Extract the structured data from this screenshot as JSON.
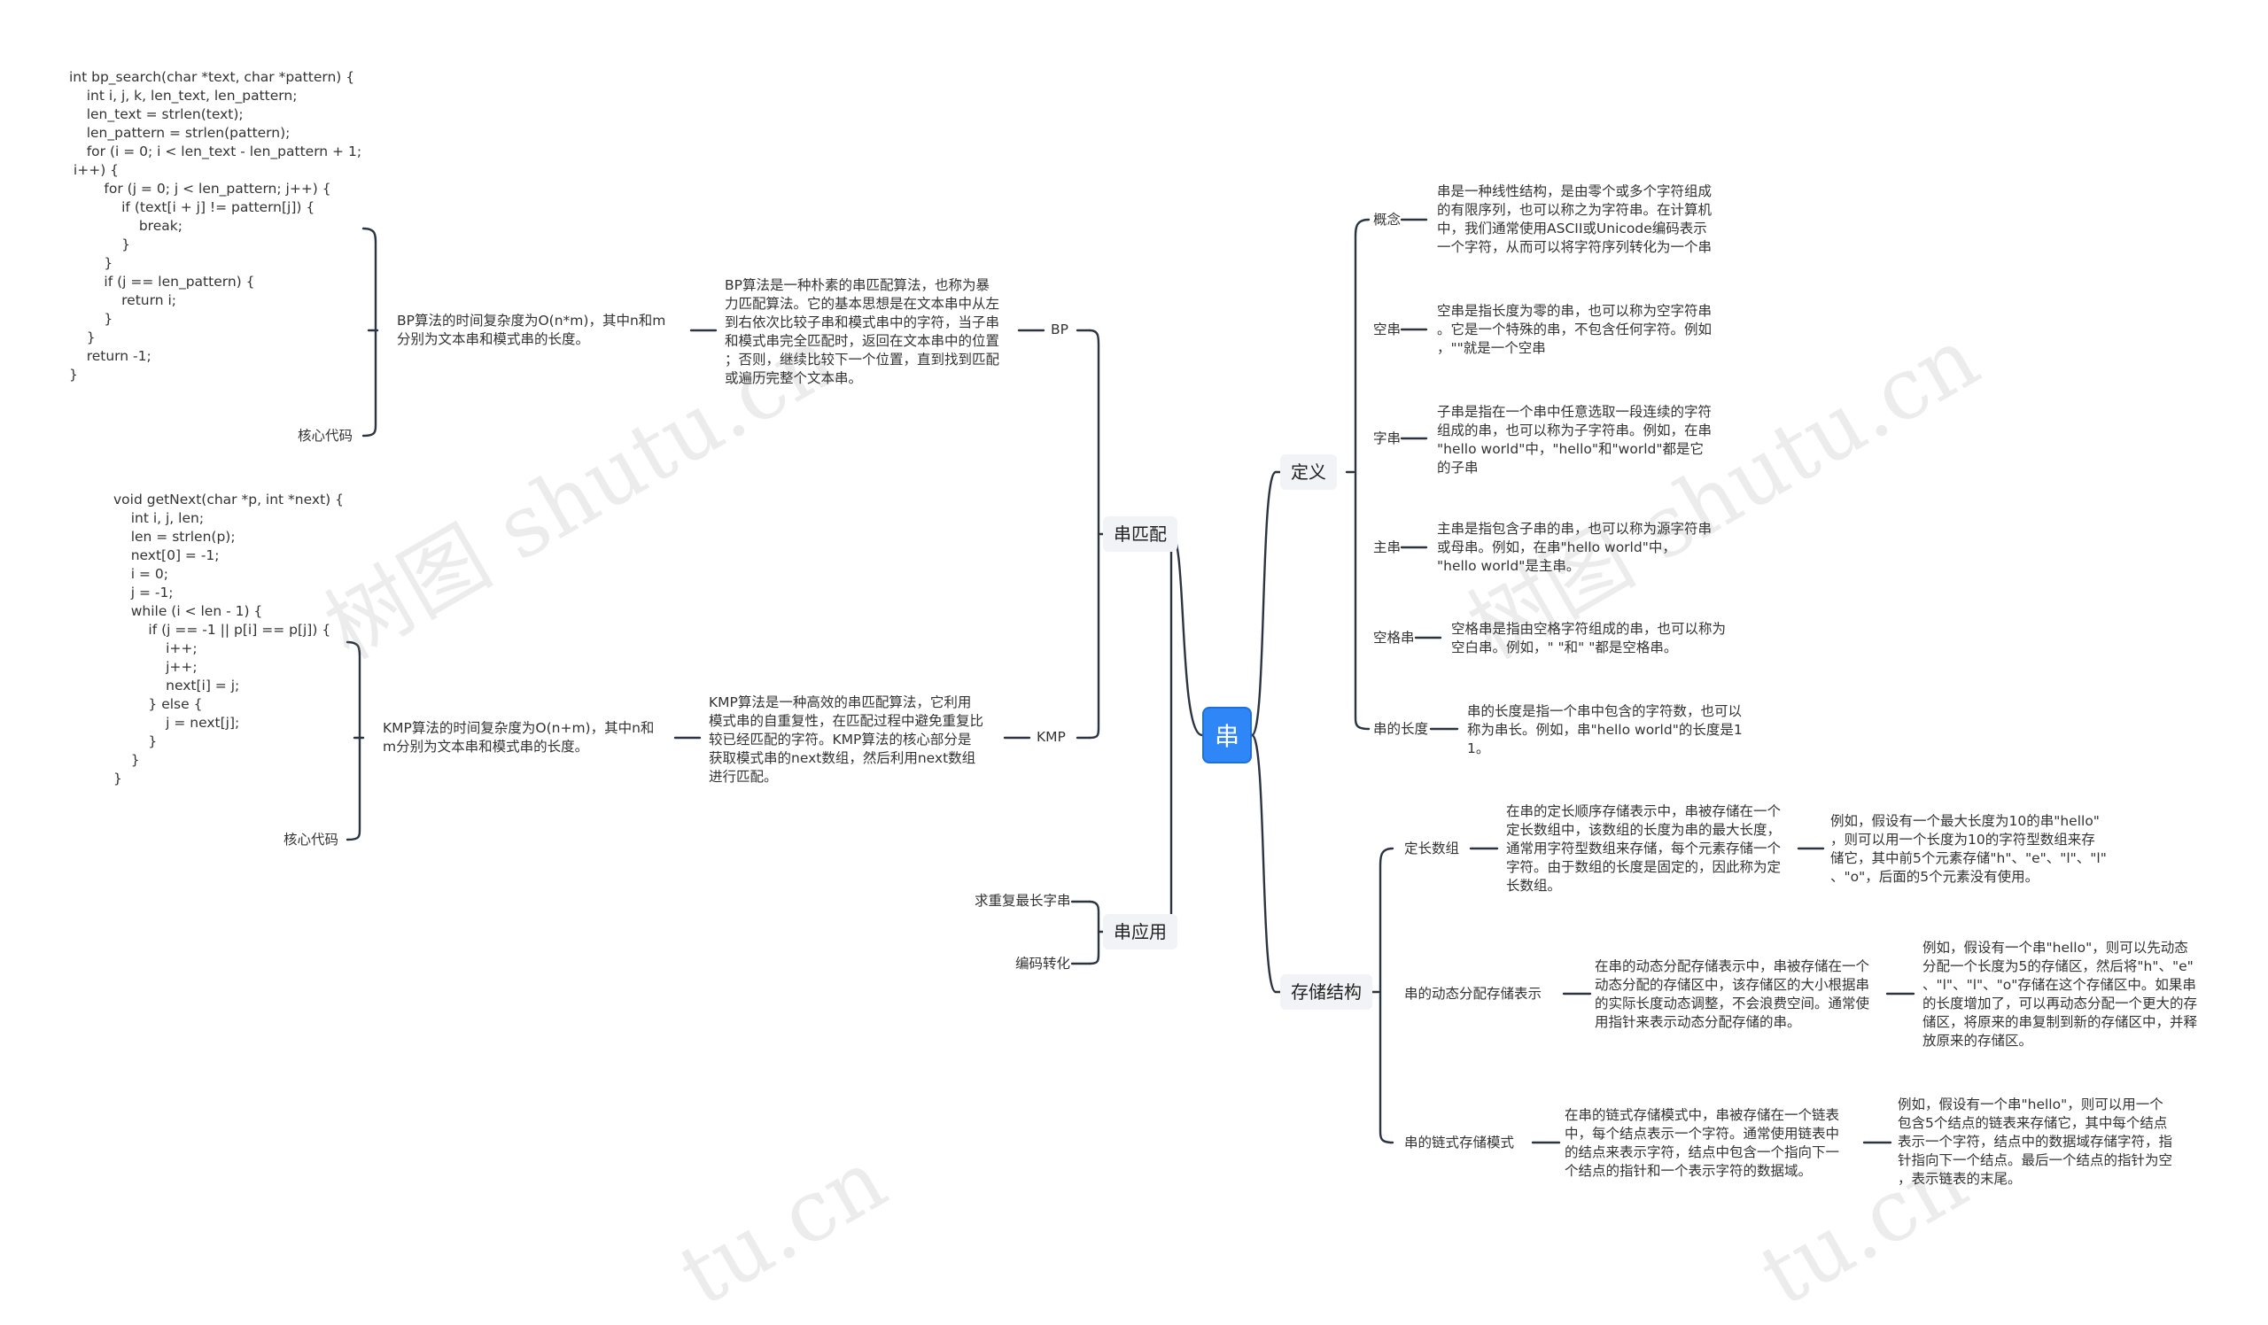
{
  "root": "串",
  "watermark": "树图 shutu.cn",
  "watermark_partial": "tu.cn",
  "matching": {
    "title": "串匹配",
    "bp": {
      "label": "BP",
      "desc": "BP算法是一种朴素的串匹配算法，也称为暴\n力匹配算法。它的基本思想是在文本串中从左\n到右依次比较子串和模式串中的字符，当子串\n和模式串完全匹配时，返回在文本串中的位置\n；否则，继续比较下一个位置，直到找到匹配\n或遍历完整个文本串。",
      "complexity": "BP算法的时间复杂度为O(n*m)，其中n和m\n分别为文本串和模式串的长度。",
      "core_label": "核心代码",
      "code": "int bp_search(char *text, char *pattern) {\n    int i, j, k, len_text, len_pattern;\n    len_text = strlen(text);\n    len_pattern = strlen(pattern);\n    for (i = 0; i < len_text - len_pattern + 1;\n i++) {\n        for (j = 0; j < len_pattern; j++) {\n            if (text[i + j] != pattern[j]) {\n                break;\n            }\n        }\n        if (j == len_pattern) {\n            return i;\n        }\n    }\n    return -1;\n}"
    },
    "kmp": {
      "label": "KMP",
      "desc": "KMP算法是一种高效的串匹配算法，它利用\n模式串的自重复性，在匹配过程中避免重复比\n较已经匹配的字符。KMP算法的核心部分是\n获取模式串的next数组，然后利用next数组\n进行匹配。",
      "complexity": "KMP算法的时间复杂度为O(n+m)，其中n和\nm分别为文本串和模式串的长度。",
      "core_label": "核心代码",
      "code": "void getNext(char *p, int *next) {\n    int i, j, len;\n    len = strlen(p);\n    next[0] = -1;\n    i = 0;\n    j = -1;\n    while (i < len - 1) {\n        if (j == -1 || p[i] == p[j]) {\n            i++;\n            j++;\n            next[i] = j;\n        } else {\n            j = next[j];\n        }\n    }\n}"
    }
  },
  "application": {
    "title": "串应用",
    "items": [
      "求重复最长字串",
      "编码转化"
    ]
  },
  "definition": {
    "title": "定义",
    "items": [
      {
        "label": "概念",
        "text": "串是一种线性结构，是由零个或多个字符组成\n的有限序列，也可以称之为字符串。在计算机\n中，我们通常使用ASCII或Unicode编码表示\n一个字符，从而可以将字符序列转化为一个串"
      },
      {
        "label": "空串",
        "text": "空串是指长度为零的串，也可以称为空字符串\n。它是一个特殊的串，不包含任何字符。例如\n，\"\"就是一个空串"
      },
      {
        "label": "字串",
        "text": "子串是指在一个串中任意选取一段连续的字符\n组成的串，也可以称为子字符串。例如，在串\n\"hello world\"中，\"hello\"和\"world\"都是它\n的子串"
      },
      {
        "label": "主串",
        "text": "主串是指包含子串的串，也可以称为源字符串\n或母串。例如，在串\"hello world\"中，\n\"hello world\"是主串。"
      },
      {
        "label": "空格串",
        "text": "空格串是指由空格字符组成的串，也可以称为\n空白串。例如，\" \"和\"  \"都是空格串。"
      },
      {
        "label": "串的长度",
        "text": "串的长度是指一个串中包含的字符数，也可以\n称为串长。例如，串\"hello world\"的长度是1\n1。"
      }
    ]
  },
  "storage": {
    "title": "存储结构",
    "items": [
      {
        "label": "定长数组",
        "text": "在串的定长顺序存储表示中，串被存储在一个\n定长数组中，该数组的长度为串的最大长度，\n通常用字符型数组来存储，每个元素存储一个\n字符。由于数组的长度是固定的，因此称为定\n长数组。",
        "example": "例如，假设有一个最大长度为10的串\"hello\"\n，则可以用一个长度为10的字符型数组来存\n储它，其中前5个元素存储\"h\"、\"e\"、\"l\"、\"l\"\n、\"o\"，后面的5个元素没有使用。"
      },
      {
        "label": "串的动态分配存储表示",
        "text": "在串的动态分配存储表示中，串被存储在一个\n动态分配的存储区中，该存储区的大小根据串\n的实际长度动态调整，不会浪费空间。通常使\n用指针来表示动态分配存储的串。",
        "example": "例如，假设有一个串\"hello\"，则可以先动态\n分配一个长度为5的存储区，然后将\"h\"、\"e\"\n、\"l\"、\"l\"、\"o\"存储在这个存储区中。如果串\n的长度增加了，可以再动态分配一个更大的存\n储区，将原来的串复制到新的存储区中，并释\n放原来的存储区。"
      },
      {
        "label": "串的链式存储模式",
        "text": "在串的链式存储模式中，串被存储在一个链表\n中，每个结点表示一个字符。通常使用链表中\n的结点来表示字符，结点中包含一个指向下一\n个结点的指针和一个表示字符的数据域。",
        "example": "例如，假设有一个串\"hello\"，则可以用一个\n包含5个结点的链表来存储它，其中每个结点\n表示一个字符，结点中的数据域存储字符，指\n针指向下一个结点。最后一个结点的指针为空\n，表示链表的末尾。"
      }
    ]
  }
}
